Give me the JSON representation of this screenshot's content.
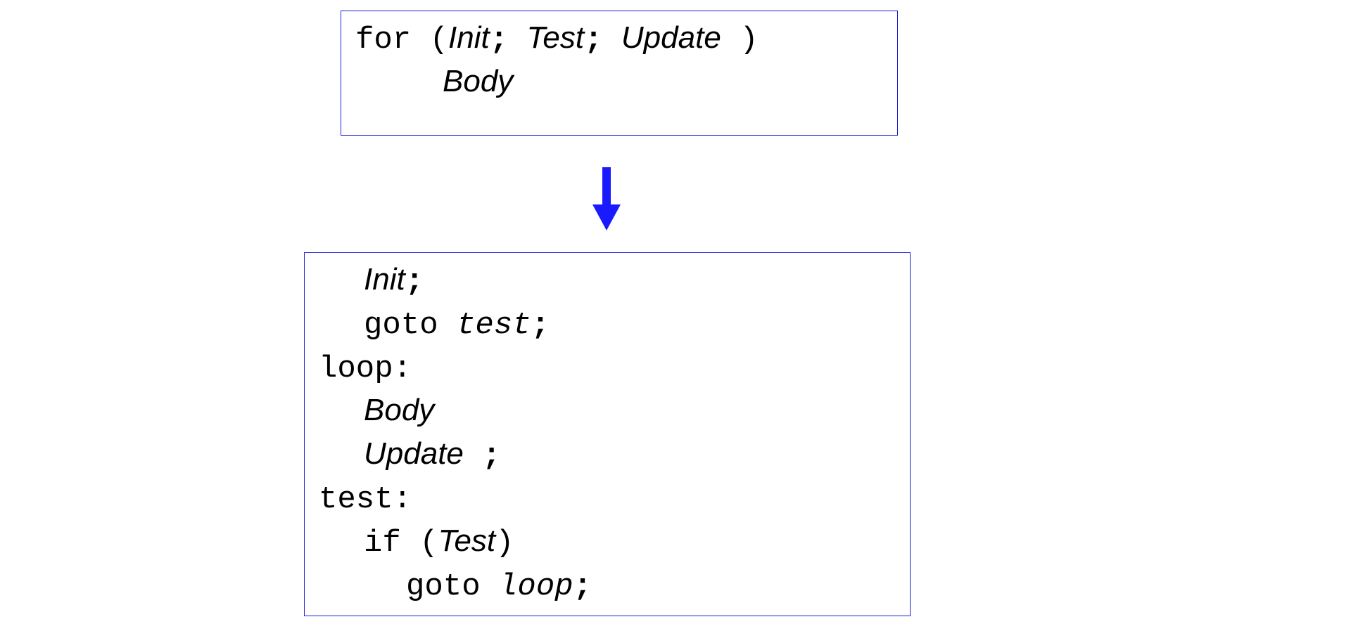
{
  "top": {
    "line1": {
      "kw_for": "for",
      "open_paren": "(",
      "init": "Init",
      "sep1": ";",
      "test": "Test",
      "sep2": ";",
      "update": "Update",
      "close_paren": ")"
    },
    "line2": {
      "body": "Body"
    }
  },
  "bottom": {
    "l1": {
      "init": "Init",
      "semi": ";"
    },
    "l2": {
      "kw": "goto",
      "label": "test",
      "semi": ";"
    },
    "l3": {
      "label": "loop:"
    },
    "l4": {
      "body": "Body"
    },
    "l5": {
      "update": "Update",
      "semi": ";"
    },
    "l6": {
      "label": "test:"
    },
    "l7": {
      "kw": "if",
      "open": "(",
      "test": "Test",
      "close": ")"
    },
    "l8": {
      "kw": "goto",
      "label": "loop",
      "semi": ";"
    }
  },
  "colors": {
    "border": "#1f1fd6",
    "arrow": "#1a1aff",
    "text": "#000000"
  }
}
